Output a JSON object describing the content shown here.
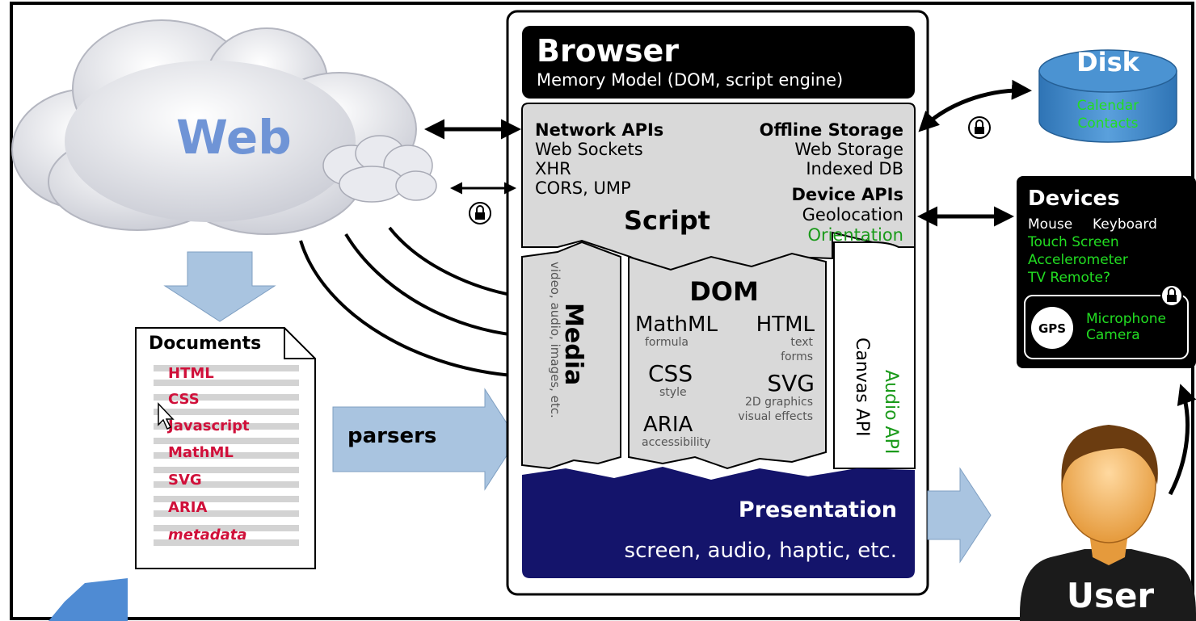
{
  "web": {
    "title": "Web"
  },
  "documents": {
    "title": "Documents",
    "items": [
      "HTML",
      "CSS",
      "Javascript",
      "MathML",
      "SVG",
      "ARIA"
    ],
    "last_item": "metadata"
  },
  "parsers": {
    "label": "parsers"
  },
  "browser": {
    "title": "Browser",
    "subtitle": "Memory Model (DOM, script engine)"
  },
  "script": {
    "title": "Script",
    "network": {
      "title": "Network APIs",
      "items": [
        "Web Sockets",
        "XHR",
        "CORS, UMP"
      ]
    },
    "offline": {
      "title": "Offline Storage",
      "items": [
        "Web Storage",
        "Indexed DB"
      ]
    },
    "device_apis": {
      "title": "Device APIs",
      "items": [
        "Geolocation",
        "Orientation"
      ]
    }
  },
  "media": {
    "title": "Media",
    "sub": "video, audio, images, etc."
  },
  "dom": {
    "title": "DOM",
    "mathml": "MathML",
    "mathml_sub": "formula",
    "html": "HTML",
    "html_sub1": "text",
    "html_sub2": "forms",
    "css": "CSS",
    "css_sub": "style",
    "svg": "SVG",
    "svg_sub1": "2D graphics",
    "svg_sub2": "visual effects",
    "aria": "ARIA",
    "aria_sub": "accessibility"
  },
  "canvas": {
    "label": "Canvas API"
  },
  "audio": {
    "label": "Audio API"
  },
  "presentation": {
    "title": "Presentation",
    "sub": "screen, audio, haptic, etc."
  },
  "disk": {
    "title": "Disk",
    "items": [
      "Calendar",
      "Contacts"
    ]
  },
  "devices": {
    "title": "Devices",
    "line1a": "Mouse",
    "line1b": "Keyboard",
    "items": [
      "Touch Screen",
      "Accelerometer",
      "TV Remote?"
    ],
    "gps": "GPS",
    "mic": "Microphone",
    "camera": "Camera"
  },
  "user": {
    "label": "User"
  },
  "colors": {
    "browser_bg": "#000000",
    "panel_gray": "#d9d9d9",
    "presentation_bg": "#14146b",
    "green": "#1a9a1a",
    "doc_red": "#d0103a",
    "arrow_blue": "#a9c4e0",
    "disk_blue": "#3d86c6",
    "web_text": "#6f94d6",
    "cursor_arrow": "#4f8bd3"
  }
}
